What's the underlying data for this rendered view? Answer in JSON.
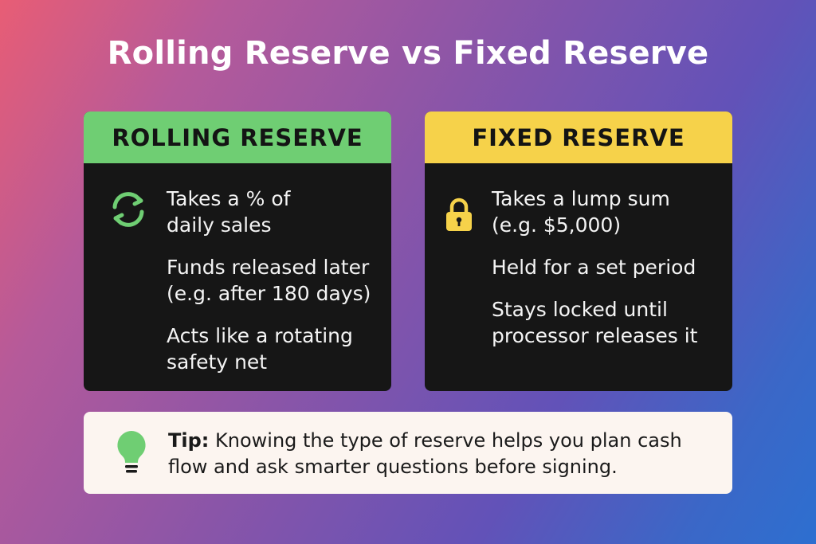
{
  "title": "Rolling Reserve vs Fixed Reserve",
  "rolling": {
    "header": "ROLLING RESERVE",
    "icon": "refresh-icon",
    "bullets": [
      "Takes a % of\ndaily sales",
      "Funds released later\n(e.g. after 180 days)",
      "Acts like a rotating\nsafety net"
    ]
  },
  "fixed": {
    "header": "FIXED RESERVE",
    "icon": "lock-icon",
    "bullets": [
      "Takes a lump sum\n(e.g. $5,000)",
      "Held for a set period",
      "Stays locked until\nprocessor releases it"
    ]
  },
  "tip": {
    "icon": "lightbulb-icon",
    "label": "Tip:",
    "text": "Knowing the type of reserve helps you plan cash flow and ask smarter questions before signing."
  },
  "colors": {
    "rolling_accent": "#6fce73",
    "fixed_accent": "#f6d24a",
    "card_bg": "#161616",
    "tip_bg": "#fcf5f0"
  }
}
